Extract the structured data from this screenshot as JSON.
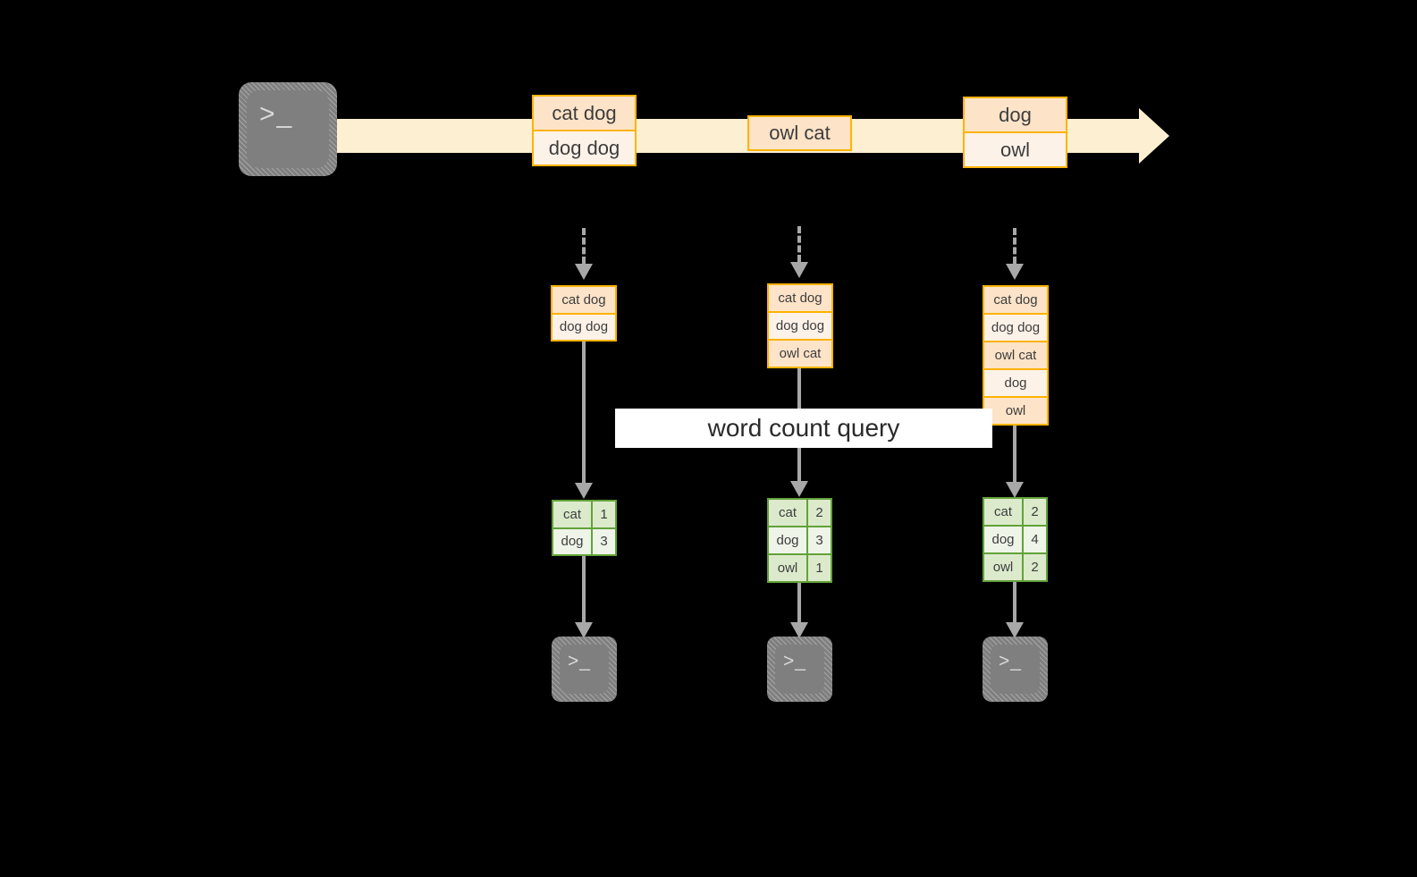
{
  "diagram": {
    "title": "streaming word count dataflow",
    "colors": {
      "background": "#000000",
      "stream_fill": "#fdefd1",
      "message_border": "#ffb300",
      "message_fill_dark": "#fde3c8",
      "message_fill_light": "#fdf2e8",
      "table_border": "#62a239",
      "table_fill_dark": "#dceacc",
      "table_fill_light": "#eef4e8",
      "arrow_gray": "#a8a8a8",
      "terminal_gray": "#7f7f7f",
      "query_band_fill": "#ffffff",
      "text": "#3d3d3d"
    }
  },
  "source": {
    "icon": "terminal-icon",
    "prompt": ">_"
  },
  "stream": {
    "arrow_icon": "stream-arrow-icon",
    "batches": [
      {
        "name": "batch-1",
        "lines": [
          {
            "text": "cat dog",
            "shade": "shade-a"
          },
          {
            "text": "dog dog",
            "shade": "shade-b"
          }
        ]
      },
      {
        "name": "batch-2",
        "lines": [
          {
            "text": "owl cat",
            "shade": "shade-a"
          }
        ]
      },
      {
        "name": "batch-3",
        "lines": [
          {
            "text": "dog",
            "shade": "shade-a"
          },
          {
            "text": "owl",
            "shade": "shade-b"
          }
        ]
      }
    ]
  },
  "query": {
    "label": "word count query"
  },
  "snapshots": [
    {
      "name": "snapshot-1",
      "inbound_arrow_icon": "dashed-down-arrow-icon",
      "accumulated": [
        {
          "text": "cat dog",
          "shade": "shade-a"
        },
        {
          "text": "dog dog",
          "shade": "shade-b"
        }
      ],
      "result": {
        "rows": [
          {
            "key": "cat",
            "value": "1",
            "shade": "shade-a"
          },
          {
            "key": "dog",
            "value": "3",
            "shade": "shade-b"
          }
        ]
      },
      "sink": {
        "icon": "terminal-icon",
        "prompt": ">_"
      }
    },
    {
      "name": "snapshot-2",
      "inbound_arrow_icon": "dashed-down-arrow-icon",
      "accumulated": [
        {
          "text": "cat dog",
          "shade": "shade-a"
        },
        {
          "text": "dog dog",
          "shade": "shade-b"
        },
        {
          "text": "owl cat",
          "shade": "shade-a"
        }
      ],
      "result": {
        "rows": [
          {
            "key": "cat",
            "value": "2",
            "shade": "shade-a"
          },
          {
            "key": "dog",
            "value": "3",
            "shade": "shade-b"
          },
          {
            "key": "owl",
            "value": "1",
            "shade": "shade-a"
          }
        ]
      },
      "sink": {
        "icon": "terminal-icon",
        "prompt": ">_"
      }
    },
    {
      "name": "snapshot-3",
      "inbound_arrow_icon": "dashed-down-arrow-icon",
      "accumulated": [
        {
          "text": "cat dog",
          "shade": "shade-a"
        },
        {
          "text": "dog dog",
          "shade": "shade-b"
        },
        {
          "text": "owl cat",
          "shade": "shade-a"
        },
        {
          "text": "dog",
          "shade": "shade-b"
        },
        {
          "text": "owl",
          "shade": "shade-a"
        }
      ],
      "result": {
        "rows": [
          {
            "key": "cat",
            "value": "2",
            "shade": "shade-a"
          },
          {
            "key": "dog",
            "value": "4",
            "shade": "shade-b"
          },
          {
            "key": "owl",
            "value": "2",
            "shade": "shade-a"
          }
        ]
      },
      "sink": {
        "icon": "terminal-icon",
        "prompt": ">_"
      }
    }
  ]
}
